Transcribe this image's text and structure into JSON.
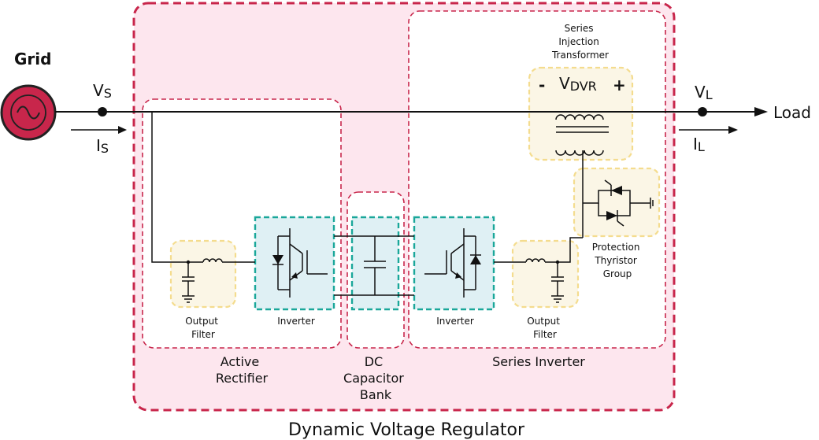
{
  "labels": {
    "grid": "Grid",
    "vs_main": "V",
    "vs_sub": "S",
    "is_main": "I",
    "is_sub": "S",
    "vl_main": "V",
    "vl_sub": "L",
    "il_main": "I",
    "il_sub": "L",
    "load": "Load",
    "vdvr_main": "V",
    "vdvr_sub": "DVR",
    "vdvr_minus": "-",
    "vdvr_plus": "+",
    "transformer": [
      "Series",
      "Injection",
      "Transformer"
    ],
    "output_filter_left": [
      "Output",
      "Filter"
    ],
    "inverter_left": "Inverter",
    "inverter_right": "Inverter",
    "output_filter_right": [
      "Output",
      "Filter"
    ],
    "protection": [
      "Protection",
      "Thyristor",
      "Group"
    ],
    "active_rectifier": [
      "Active",
      "Rectifier"
    ],
    "dc_bank": [
      "DC",
      "Capacitor",
      "Bank"
    ],
    "series_inverter": "Series Inverter",
    "dvr": "Dynamic Voltage Regulator"
  },
  "colors": {
    "dvr_fill": "#fde6ee",
    "dvr_stroke": "#c8264b",
    "group_stroke": "#c8264b",
    "yellow_fill": "#fbf6e6",
    "yellow_stroke": "#f4dc8e",
    "teal_fill": "#dff0f4",
    "teal_stroke": "#1aa79a",
    "grid_source": "#c8264b"
  }
}
